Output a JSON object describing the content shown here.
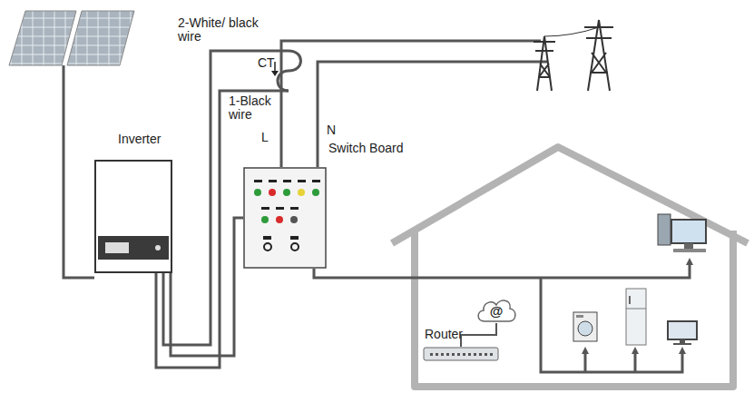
{
  "diagram": {
    "nodes": [
      {
        "text": [
          "Inverter"
        ]
      },
      {
        "text": [
          "Switch Board"
        ]
      },
      {
        "text": [
          "@"
        ]
      },
      {
        "text": [
          "Router"
        ]
      }
    ],
    "edges": [
      {
        "from": 0,
        "to": 1,
        "arrow": "none"
      },
      {
        "from": 2,
        "to": 3,
        "arrow": "none"
      }
    ],
    "labels": [
      "2-White/ black wire",
      "CT",
      "1-Black wire",
      "L",
      "N"
    ]
  }
}
